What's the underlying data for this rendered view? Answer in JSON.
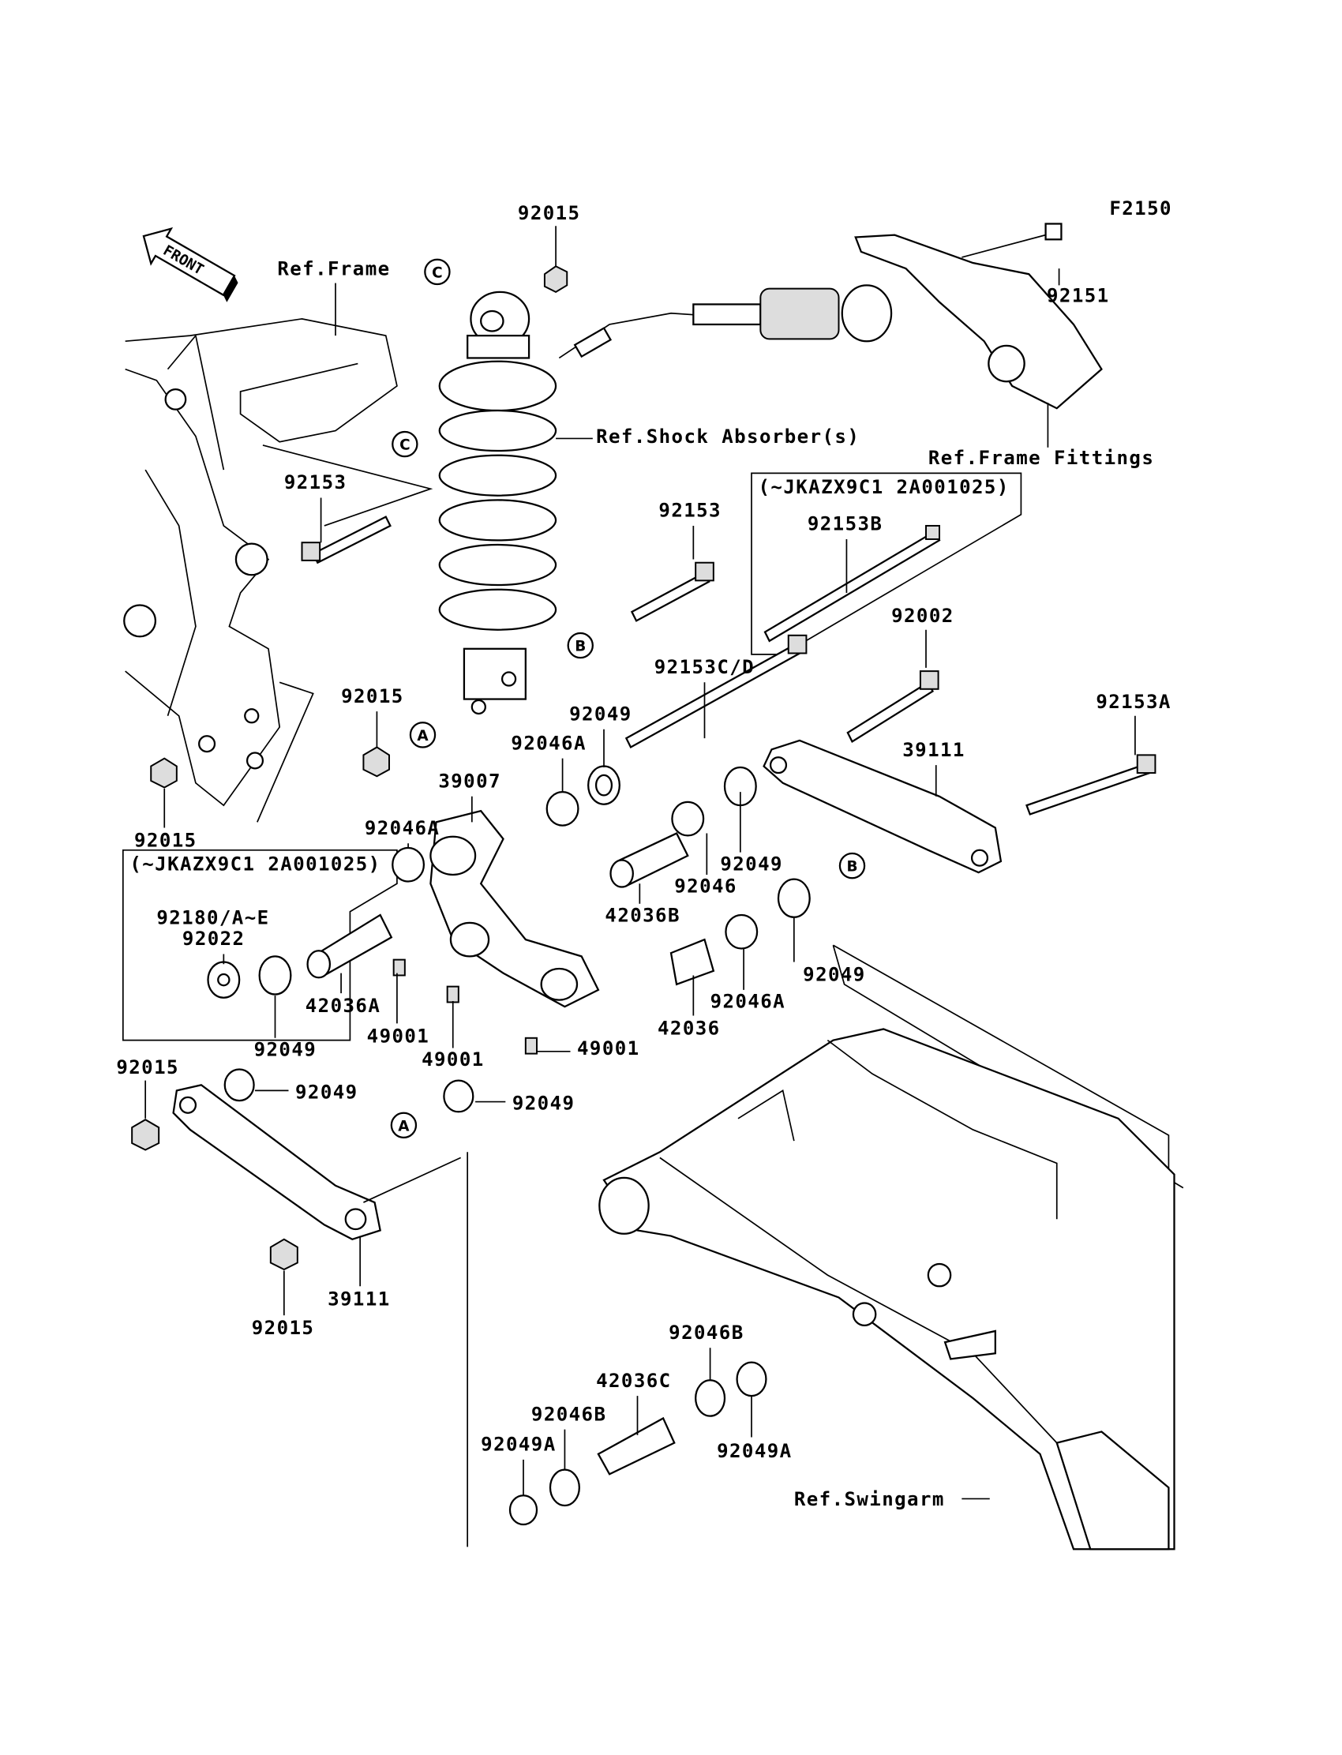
{
  "diagram_code": "F2150",
  "front_arrow": "FRONT",
  "refs": {
    "frame": "Ref.Frame",
    "shock": "Ref.Shock Absorber(s)",
    "frame_fittings": "Ref.Frame Fittings",
    "swingarm": "Ref.Swingarm"
  },
  "markers": {
    "a": "A",
    "b": "B",
    "c": "C"
  },
  "boxes": [
    {
      "title": "(~JKAZX9C1 2A001025)"
    },
    {
      "title": "(~JKAZX9C1 2A001025)"
    }
  ],
  "parts": [
    "92015",
    "92151",
    "92153",
    "92153",
    "92153B",
    "92002",
    "92153C/D",
    "92153A",
    "92015",
    "92049",
    "92046A",
    "39111",
    "39007",
    "92015",
    "92046A",
    "92180/A~E",
    "92022",
    "92049",
    "92046",
    "42036B",
    "42036A",
    "92049",
    "49001",
    "42036",
    "92046A",
    "49001",
    "49001",
    "92049",
    "92015",
    "92049",
    "92049",
    "39111",
    "92015",
    "92046B",
    "42036C",
    "92046B",
    "92049A",
    "92049A"
  ]
}
